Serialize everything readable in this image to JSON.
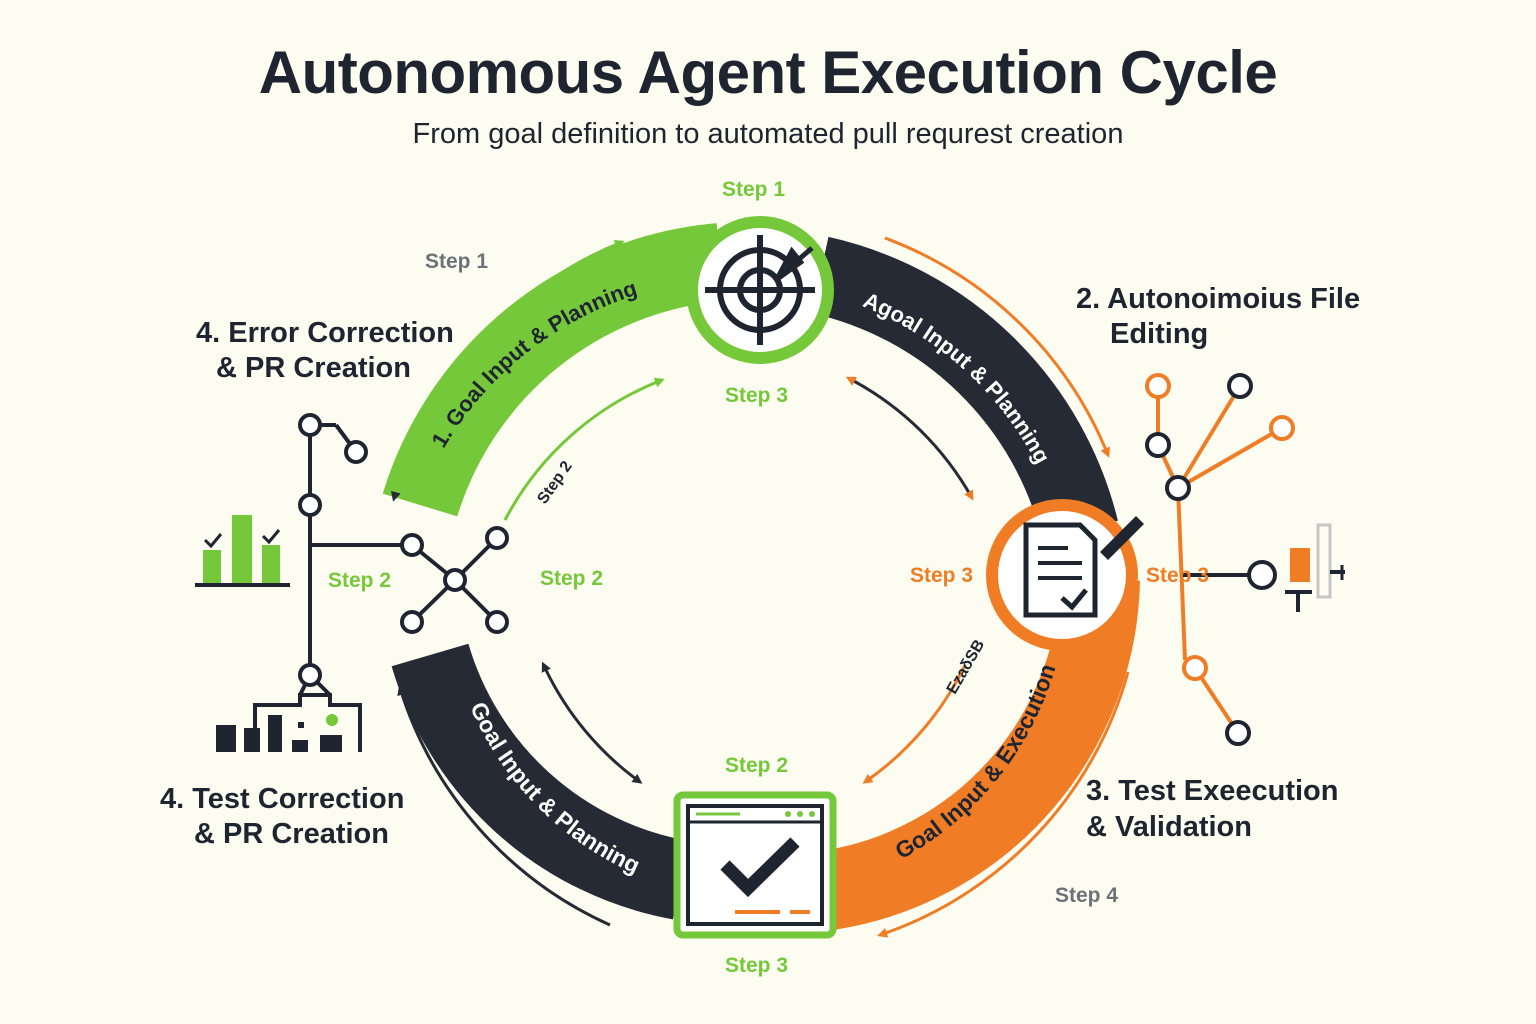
{
  "header": {
    "title": "Autonomous Agent Execution Cycle",
    "subtitle": "From goal definition to automated pull requrest creation"
  },
  "colors": {
    "green": "#76c83b",
    "dark": "#252a35",
    "orange": "#f07d25",
    "gray": "#6d7178",
    "background": "#fdfcf0"
  },
  "arc_labels": {
    "green_arc": "1. Goal Input & Planning",
    "dark_top_right": "Agoal Input & Planning",
    "orange_arc": "Goal Input & Execution",
    "dark_bottom_left": "Goal Input & Planning"
  },
  "step_labels": {
    "top_node_above": "Step 1",
    "top_node_below": "Step 3",
    "upper_left_gray": "Step 1",
    "left_inner": "Step 2",
    "center_left": "Step 2",
    "inner_arrow": "Step 2",
    "right_node_left": "Step 3",
    "right_node_right": "Step 3",
    "bottom_node_above": "Step 2",
    "bottom_node_below": "Step 3",
    "lower_right_gray": "Step 4",
    "garbled": "EzaδSB"
  },
  "section_labels": {
    "error_correction": [
      "4. Error Correction",
      "& PR Creation"
    ],
    "file_editing": [
      "2. Autonoimoius File",
      "Editing"
    ],
    "test_execution": [
      "3. Test Exeecution",
      "& Validation"
    ],
    "test_correction": [
      "4. Test Correction",
      "& PR Creation"
    ]
  },
  "icons": {
    "top_node": "target-icon",
    "right_node": "document-edit-icon",
    "bottom_node": "browser-check-icon",
    "left_cluster": "network-icon",
    "left_chart": "bar-chart-icon",
    "left_bottom": "building-blocks-icon",
    "right_tree": "branch-tree-icon",
    "right_slider": "slider-icon"
  }
}
